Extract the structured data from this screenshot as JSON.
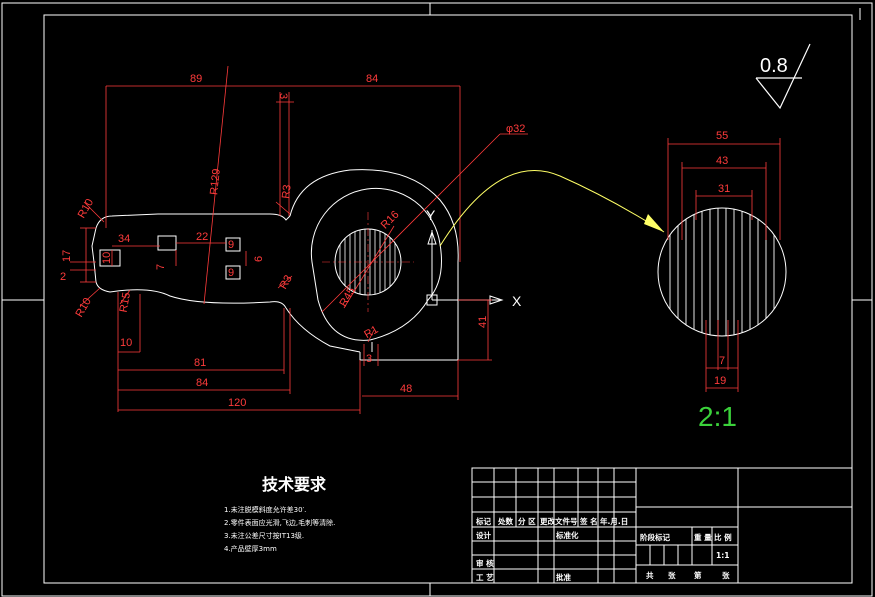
{
  "colors": {
    "background": "#000000",
    "outline": "#ffffff",
    "dimension": "#ff3b3b",
    "annotation": "#3bd23b",
    "leader": "#ffff66",
    "hatch": "#ffffff"
  },
  "main_view": {
    "dims_top": {
      "d89": "89",
      "d84": "84",
      "d3": "3"
    },
    "radii": {
      "r129": "R129",
      "r3a": "R3",
      "r3b": "R3",
      "r10a": "R10",
      "r10b": "R10",
      "r15": "R15",
      "r45": "R45",
      "r16": "R16",
      "r1": "R1"
    },
    "phi32": "φ32",
    "left": {
      "d17": "17",
      "d2": "2",
      "d34": "34",
      "d10": "10",
      "d7": "7",
      "d22": "22",
      "d9a": "9",
      "d9b": "9",
      "d6": "6"
    },
    "bottom": {
      "d10": "10",
      "d81": "81",
      "d84": "84",
      "d120": "120",
      "d48": "48",
      "d41": "41",
      "d3": "3"
    },
    "axis_y": "Y",
    "axis_x": "X"
  },
  "detail_view": {
    "d55": "55",
    "d43": "43",
    "d31": "31",
    "d7": "7",
    "d19": "19",
    "scale": "2:1"
  },
  "roughness": "0.8",
  "tech_req": {
    "title": "技术要求",
    "items": [
      "1.未注脱模斜度允许差30′.",
      "2.零件表面应光滑,飞边,毛刺等清除.",
      "3.未注公差尺寸按IT13级.",
      "4.产品壁厚3mm"
    ]
  },
  "title_block": {
    "row_labels": [
      "标记",
      "处数",
      "分 区",
      "更改文件号",
      "签 名",
      "年.月.日"
    ],
    "design": "设计",
    "standard": "标准化",
    "check": "审 核",
    "process": "工 艺",
    "approve": "批准",
    "stage": "阶段标记",
    "weight": "重 量",
    "ratio": "比 例",
    "scale": "1:1",
    "sheets": [
      "共",
      "张",
      "第",
      "张"
    ]
  }
}
